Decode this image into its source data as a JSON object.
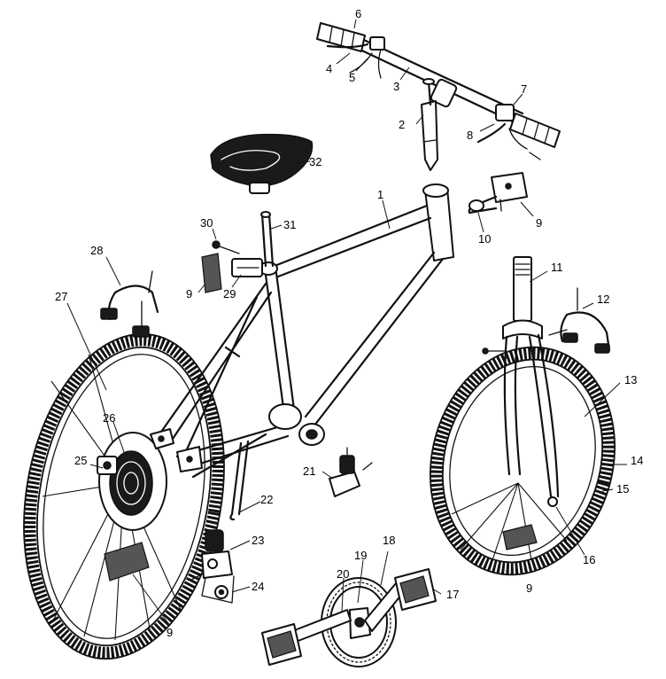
{
  "callouts": {
    "c1": "1",
    "c2": "2",
    "c3": "3",
    "c4": "4",
    "c5": "5",
    "c6": "6",
    "c7": "7",
    "c8": "8",
    "c9a": "9",
    "c9b": "9",
    "c9c": "9",
    "c9d": "9",
    "c10": "10",
    "c11": "11",
    "c12": "12",
    "c13": "13",
    "c14": "14",
    "c15": "15",
    "c16": "16",
    "c17": "17",
    "c18": "18",
    "c19": "19",
    "c20": "20",
    "c21": "21",
    "c22": "22",
    "c23": "23",
    "c24": "24",
    "c25": "25",
    "c26": "26",
    "c27": "27",
    "c28": "28",
    "c29": "29",
    "c30": "30",
    "c31": "31",
    "c32": "32"
  }
}
